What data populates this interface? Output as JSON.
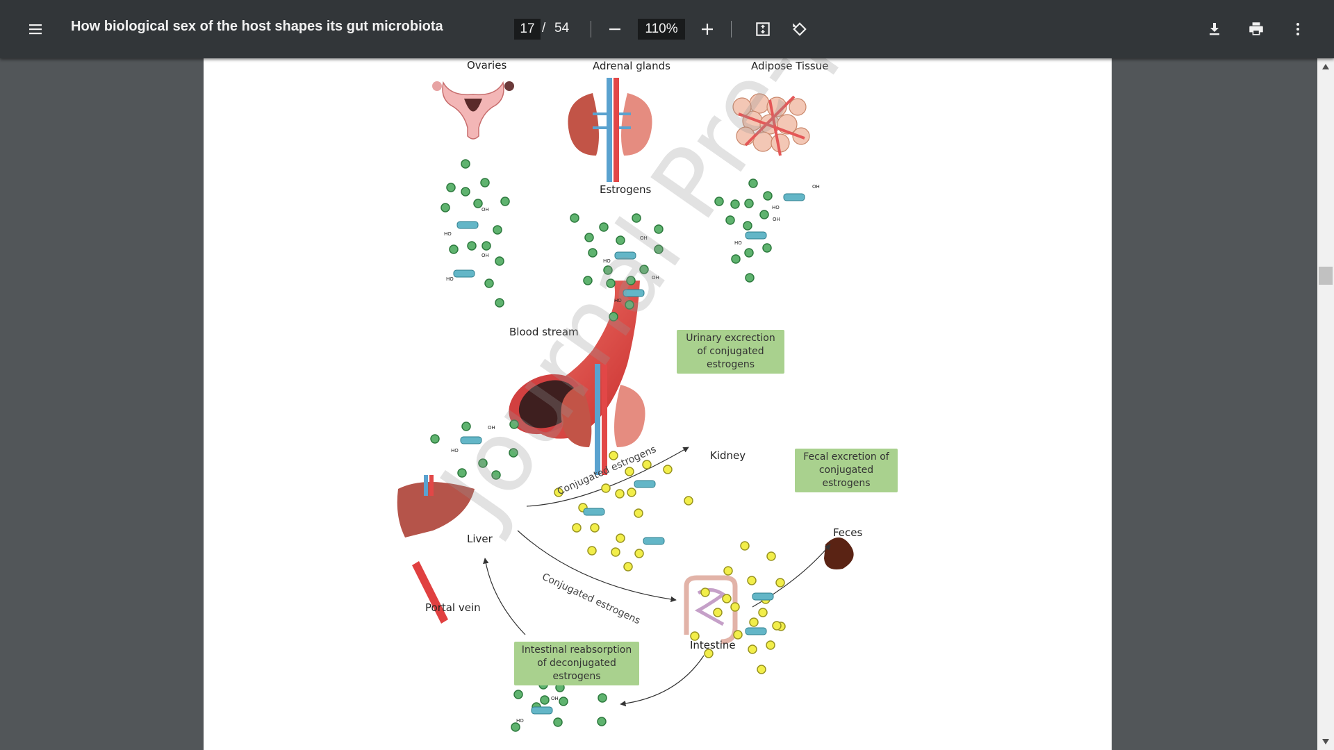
{
  "toolbar": {
    "menu_icon": "hamburger-menu-icon",
    "title": "How biological sex of the host shapes its gut microbiota",
    "current_page": "17",
    "page_separator": "/",
    "total_pages": "54",
    "zoom": "110%",
    "icons": [
      "zoom-out-icon",
      "zoom-in-icon",
      "fit-page-icon",
      "rotate-icon",
      "download-icon",
      "print-icon",
      "more-options-icon"
    ]
  },
  "figure": {
    "labels": {
      "ovaries": "Ovaries",
      "adrenal": "Adrenal glands",
      "adipose": "Adipose Tissue",
      "estrogens": "Estrogens",
      "blood": "Blood stream",
      "kidney": "Kidney",
      "liver": "Liver",
      "feces": "Feces",
      "portal": "Portal vein",
      "intestine": "Intestine"
    },
    "boxes": {
      "urinary": "Urinary excrection of conjugated estrogens",
      "fecal": "Fecal excretion of conjugated estrogens",
      "reabsorption": "Intestinal reabsorption of deconjugated estrogens"
    },
    "arrows": {
      "conj1": "Conjugated estrogens",
      "conj2": "Conjugated estrogens"
    },
    "molecule_text": {
      "oh": "OH",
      "ho": "HO"
    },
    "watermark": "Journal Pre-proofs",
    "colors": {
      "green_dot": "#5fb36f",
      "yellow_dot": "#f2ee4a",
      "box": "#a9d18e",
      "vessel": "#e04040"
    }
  }
}
